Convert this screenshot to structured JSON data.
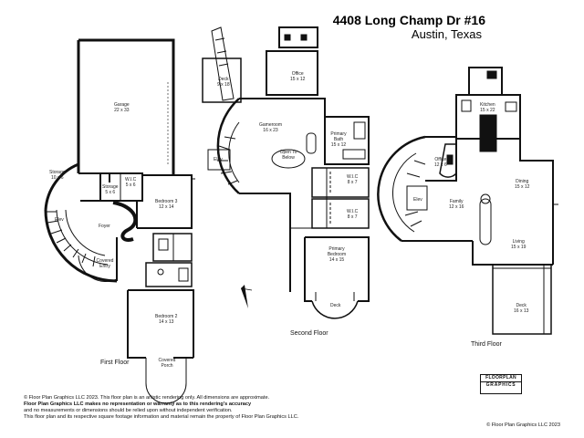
{
  "header": {
    "address": "4408 Long Champ Dr #16",
    "city": "Austin, Texas"
  },
  "floors": {
    "first": {
      "name": "First Floor",
      "rooms": [
        {
          "key": "garage",
          "name": "Garage",
          "dims": "22 x 33"
        },
        {
          "key": "storage1",
          "name": "Storage",
          "dims": "10 x 6"
        },
        {
          "key": "elev1",
          "name": "Elev",
          "dims": ""
        },
        {
          "key": "storage2",
          "name": "Storage",
          "dims": "5 x 6"
        },
        {
          "key": "wic1",
          "name": "W.I.C",
          "dims": "5 x 6"
        },
        {
          "key": "bedroom3",
          "name": "Bedroom 3",
          "dims": "12 x 14"
        },
        {
          "key": "foyer",
          "name": "Foyer",
          "dims": ""
        },
        {
          "key": "covered-entry",
          "name": "Covered Entry",
          "dims": ""
        },
        {
          "key": "bedroom2",
          "name": "Bedroom 2",
          "dims": "14 x 13"
        },
        {
          "key": "covered-porch",
          "name": "Covered Porch",
          "dims": ""
        }
      ]
    },
    "second": {
      "name": "Second Floor",
      "rooms": [
        {
          "key": "deck-top",
          "name": "Deck",
          "dims": "9 x 18"
        },
        {
          "key": "office2",
          "name": "Office",
          "dims": "15 x 12"
        },
        {
          "key": "gameroom",
          "name": "Gameroom",
          "dims": "16 x 23"
        },
        {
          "key": "primary-bath",
          "name": "Primary Bath",
          "dims": "15 x 12"
        },
        {
          "key": "elev2",
          "name": "Elev",
          "dims": ""
        },
        {
          "key": "open-below",
          "name": "Open To Below",
          "dims": ""
        },
        {
          "key": "wic2",
          "name": "W.I.C",
          "dims": "8 x 7"
        },
        {
          "key": "wic3",
          "name": "W.I.C",
          "dims": "8 x 7"
        },
        {
          "key": "primary-bedroom",
          "name": "Primary Bedroom",
          "dims": "14 x 15"
        },
        {
          "key": "deck2",
          "name": "Deck",
          "dims": ""
        }
      ]
    },
    "third": {
      "name": "Third Floor",
      "rooms": [
        {
          "key": "kitchen",
          "name": "Kitchen",
          "dims": "15 x 22"
        },
        {
          "key": "office3",
          "name": "Office",
          "dims": "12 x 6"
        },
        {
          "key": "dining",
          "name": "Dining",
          "dims": "15 x 12"
        },
        {
          "key": "elev3",
          "name": "Elev",
          "dims": ""
        },
        {
          "key": "family",
          "name": "Family",
          "dims": "12 x 16"
        },
        {
          "key": "living",
          "name": "Living",
          "dims": "15 x 19"
        },
        {
          "key": "deck3",
          "name": "Deck",
          "dims": "16 x 13"
        }
      ]
    }
  },
  "logo": {
    "line1": "FLOORPLAN",
    "line2": "GRAPHICS"
  },
  "disclaimer": {
    "line1": "© Floor Plan Graphics LLC 2023. This floor plan is an artistic rendering only. All dimensions are approximate.",
    "line2": "Floor Plan Graphics LLC makes no representation or warranty as to this rendering's accuracy",
    "line3": "and no measurements or dimensions should be relied upon without independent verification.",
    "line4": "This floor plan and its respective square footage information and material remain the property of Floor Plan Graphics LLC."
  },
  "copyright": "© Floor Plan Graphics LLC 2023"
}
